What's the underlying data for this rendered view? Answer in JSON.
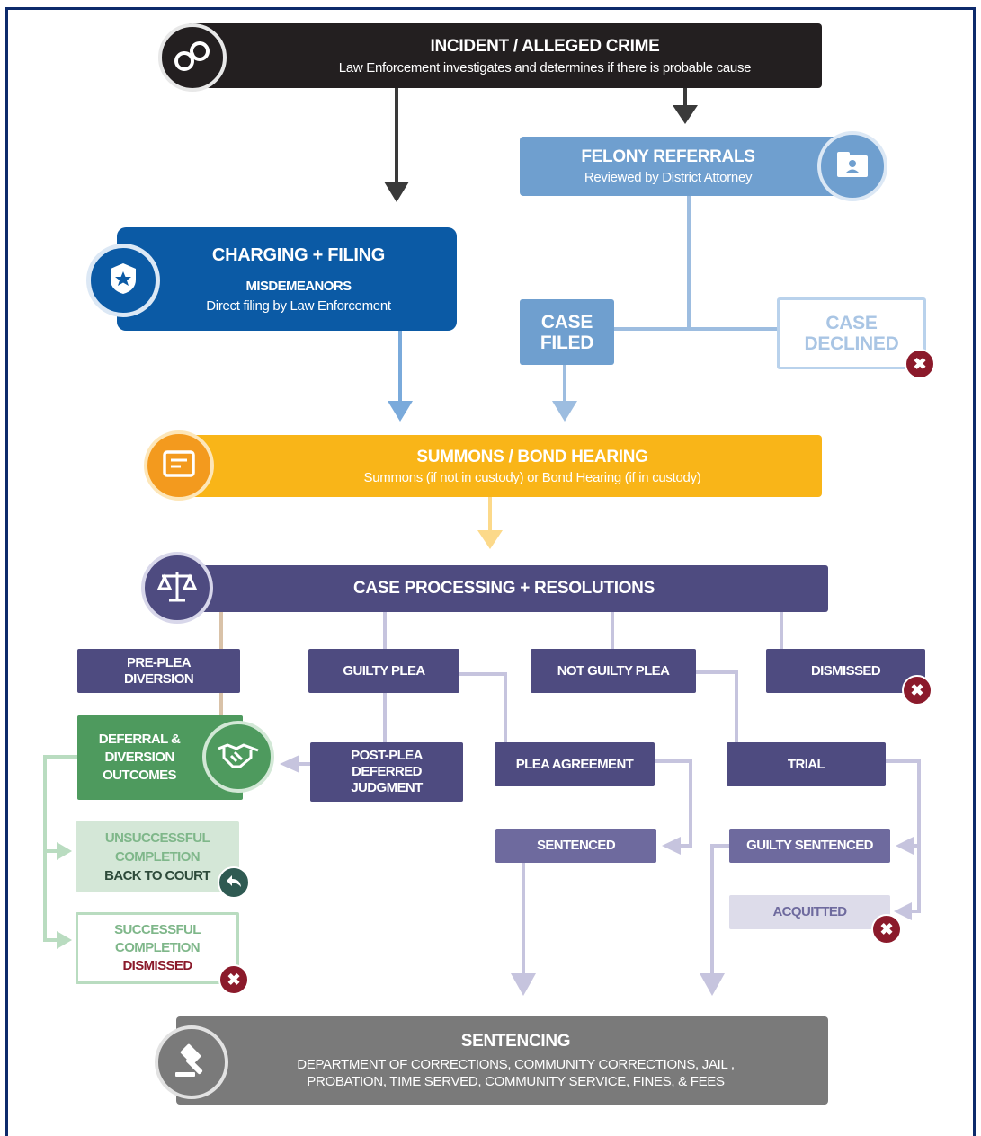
{
  "incident": {
    "title": "INCIDENT / ALLEGED CRIME",
    "subtitle": "Law Enforcement investigates and determines if there is probable cause",
    "icon": "handcuffs-icon"
  },
  "felony": {
    "title": "FELONY REFERRALS",
    "subtitle": "Reviewed by District Attorney",
    "icon": "folder-person-icon"
  },
  "charging": {
    "title": "CHARGING + FILING",
    "line1": "MISDEMEANORS",
    "line2": "Direct filing by Law Enforcement",
    "icon": "police-badge-icon"
  },
  "case_filed": {
    "line1": "CASE",
    "line2": "FILED"
  },
  "case_declined": {
    "line1": "CASE",
    "line2": "DECLINED"
  },
  "summons": {
    "title": "SUMMONS / BOND HEARING",
    "subtitle": "Summons (if not in custody) or Bond Hearing (if in custody)",
    "icon": "document-icon"
  },
  "processing": {
    "title": "CASE PROCESSING + RESOLUTIONS",
    "icon": "scales-icon"
  },
  "pre_plea": {
    "line1": "PRE-PLEA",
    "line2": "DIVERSION"
  },
  "guilty_plea": {
    "label": "GUILTY PLEA"
  },
  "not_guilty_plea": {
    "label": "NOT GUILTY PLEA"
  },
  "dismissed": {
    "label": "DISMISSED"
  },
  "deferral": {
    "line1": "DEFERRAL &",
    "line2": "DIVERSION",
    "line3": "OUTCOMES",
    "icon": "handshake-icon"
  },
  "post_plea": {
    "line1": "POST-PLEA",
    "line2": "DEFERRED",
    "line3": "JUDGMENT"
  },
  "plea_agreement": {
    "label": "PLEA AGREEMENT"
  },
  "trial": {
    "label": "TRIAL"
  },
  "unsuccessful": {
    "line1": "UNSUCCESSFUL",
    "line2": "COMPLETION",
    "line3": "BACK TO COURT",
    "icon": "return-arrow-icon"
  },
  "successful": {
    "line1": "SUCCESSFUL",
    "line2": "COMPLETION",
    "line3": "DISMISSED"
  },
  "sentenced": {
    "label": "SENTENCED"
  },
  "guilty_sentenced": {
    "label": "GUILTY SENTENCED"
  },
  "acquitted": {
    "label": "ACQUITTED"
  },
  "sentencing": {
    "title": "SENTENCING",
    "line1": "DEPARTMENT OF CORRECTIONS, COMMUNITY CORRECTIONS, JAIL ,",
    "line2": "PROBATION, TIME SERVED, COMMUNITY SERVICE, FINES, & FEES",
    "icon": "gavel-icon"
  },
  "colors": {
    "black": "#231f20",
    "lightblue": "#6f9fcf",
    "blue": "#0b5aa5",
    "gold": "#f9b518",
    "purple": "#4e4b80",
    "green": "#4e9a5e",
    "gray": "#7a7a7a",
    "maroon": "#8b1a2b"
  }
}
